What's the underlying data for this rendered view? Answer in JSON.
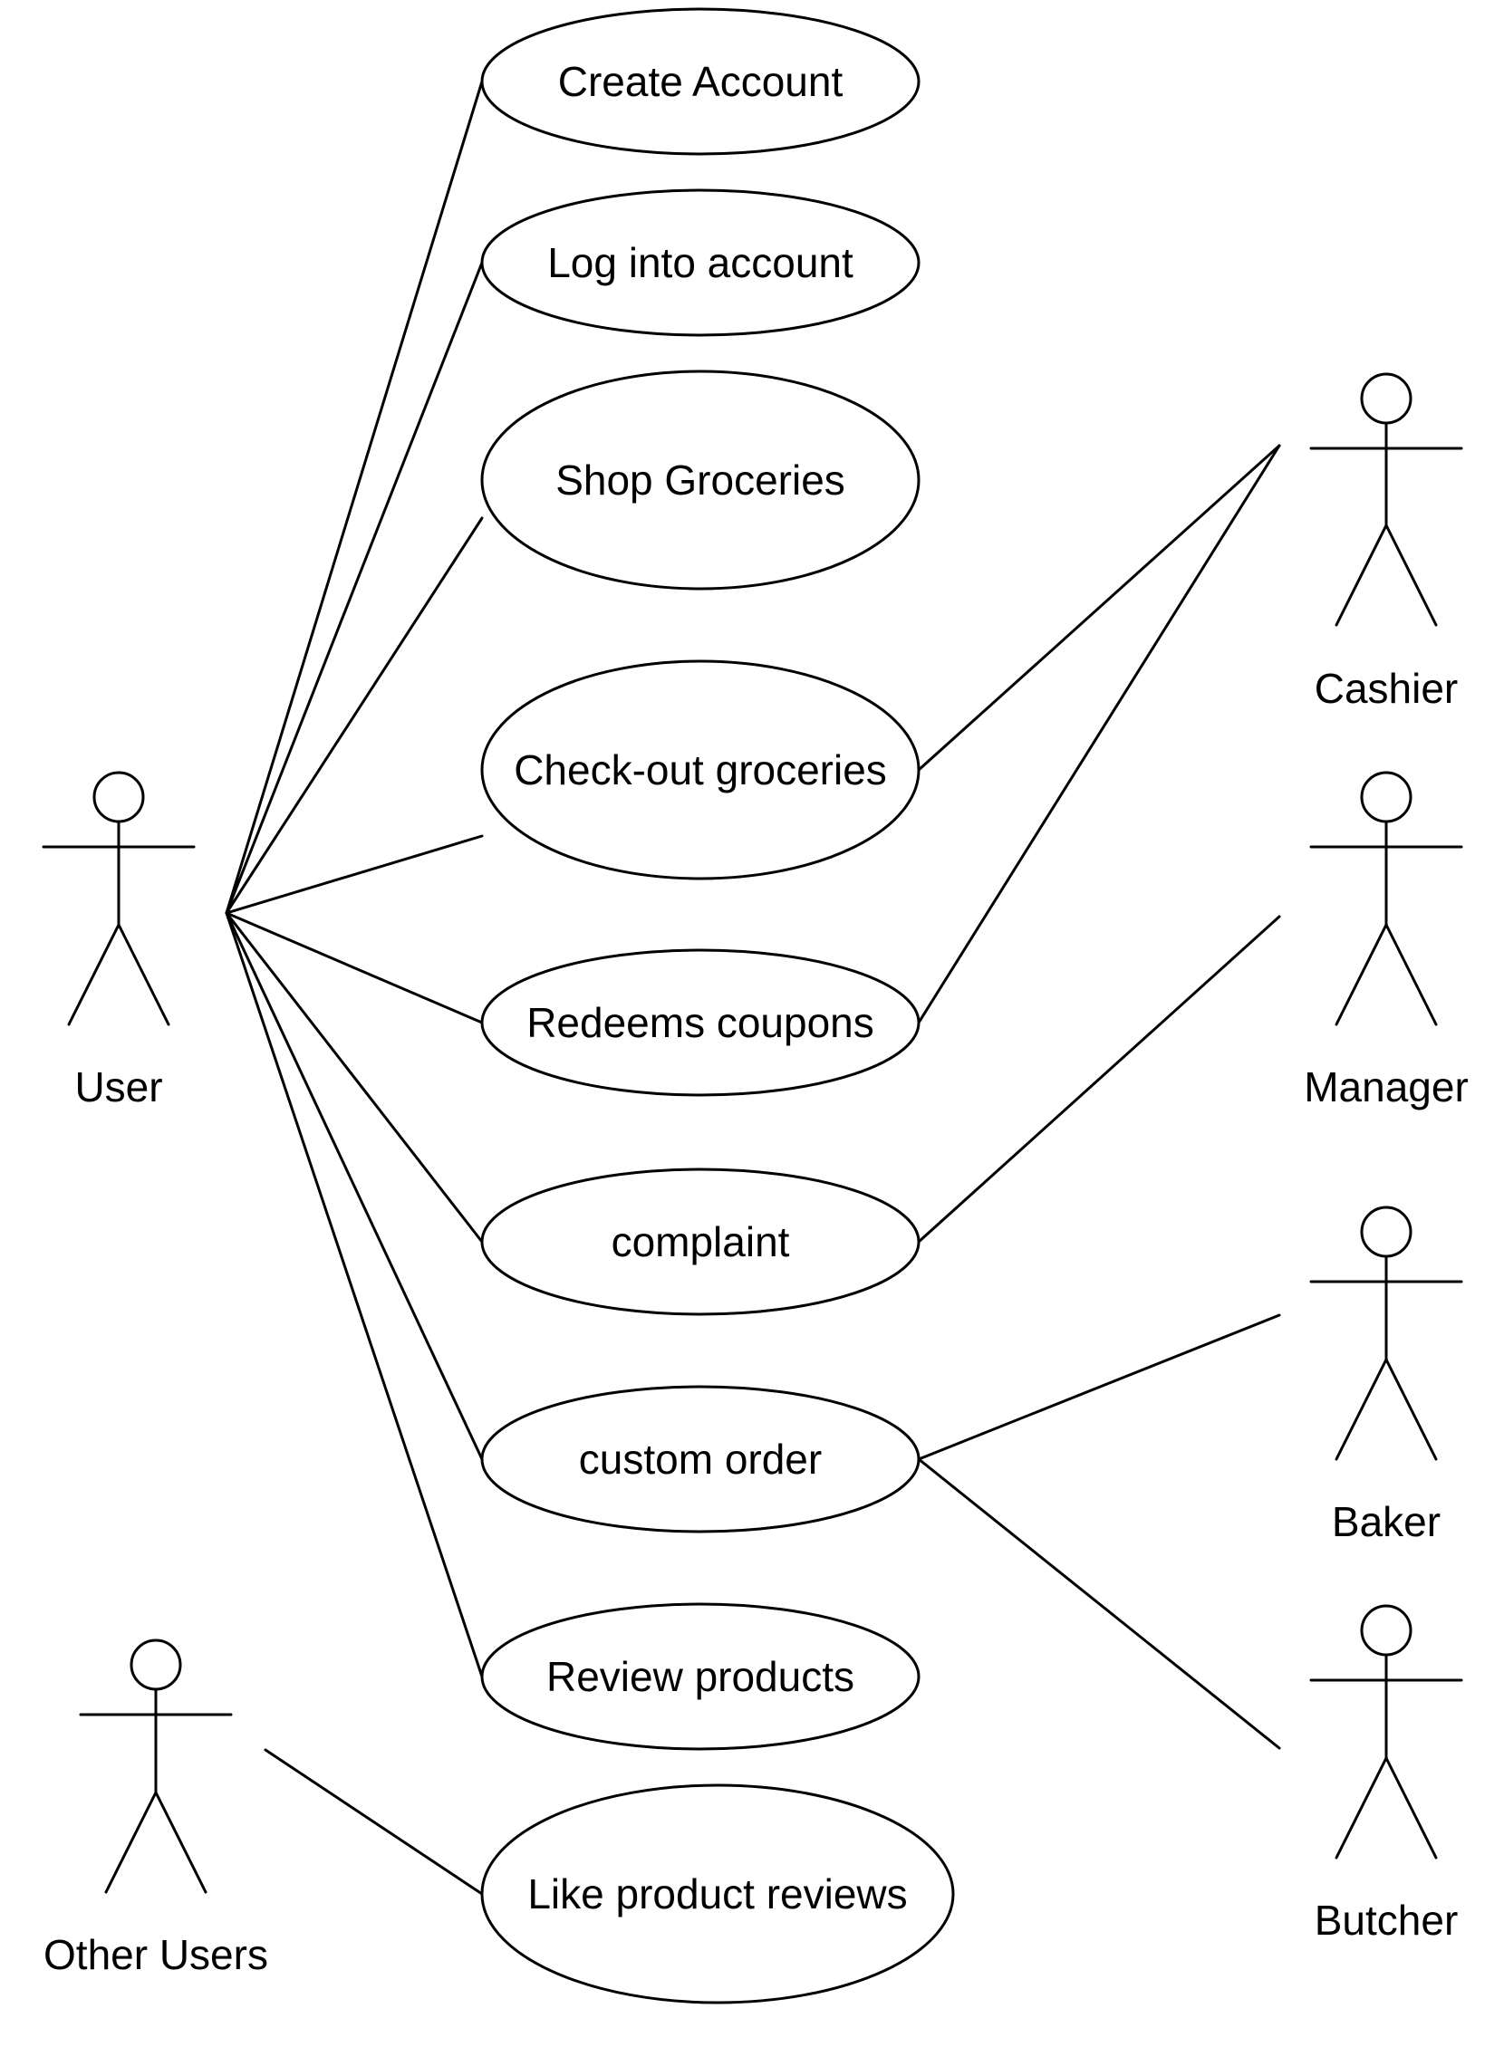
{
  "diagram": {
    "type": "uml-use-case",
    "use_cases": [
      {
        "id": "create-account",
        "label": "Create Account"
      },
      {
        "id": "log-into-account",
        "label": "Log into account"
      },
      {
        "id": "shop-groceries",
        "label": "Shop Groceries"
      },
      {
        "id": "check-out-groceries",
        "label": "Check-out groceries"
      },
      {
        "id": "redeems-coupons",
        "label": "Redeems coupons"
      },
      {
        "id": "complaint",
        "label": "complaint"
      },
      {
        "id": "custom-order",
        "label": "custom order"
      },
      {
        "id": "review-products",
        "label": "Review products"
      },
      {
        "id": "like-product-reviews",
        "label": "Like product reviews"
      }
    ],
    "actors": [
      {
        "id": "user",
        "label": "User"
      },
      {
        "id": "other-users",
        "label": "Other Users"
      },
      {
        "id": "cashier",
        "label": "Cashier"
      },
      {
        "id": "manager",
        "label": "Manager"
      },
      {
        "id": "baker",
        "label": "Baker"
      },
      {
        "id": "butcher",
        "label": "Butcher"
      }
    ],
    "associations": [
      {
        "from": "user",
        "to": "create-account"
      },
      {
        "from": "user",
        "to": "log-into-account"
      },
      {
        "from": "user",
        "to": "shop-groceries"
      },
      {
        "from": "user",
        "to": "check-out-groceries"
      },
      {
        "from": "user",
        "to": "redeems-coupons"
      },
      {
        "from": "user",
        "to": "complaint"
      },
      {
        "from": "user",
        "to": "custom-order"
      },
      {
        "from": "user",
        "to": "review-products"
      },
      {
        "from": "other-users",
        "to": "like-product-reviews"
      },
      {
        "from": "cashier",
        "to": "check-out-groceries"
      },
      {
        "from": "cashier",
        "to": "redeems-coupons"
      },
      {
        "from": "manager",
        "to": "complaint"
      },
      {
        "from": "baker",
        "to": "custom-order"
      },
      {
        "from": "butcher",
        "to": "custom-order"
      }
    ]
  }
}
